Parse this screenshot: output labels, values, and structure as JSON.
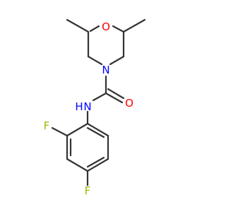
{
  "molecule": {
    "atoms": {
      "O": "O",
      "N_ring": "N",
      "O_carbonyl": "O",
      "NH": "N",
      "NH_H": "H",
      "F_ortho": "F",
      "F_para": "F"
    },
    "colors": {
      "bond": "#333333",
      "oxygen": "#ff0000",
      "nitrogen": "#0000ff",
      "fluorine": "#99bb00"
    }
  }
}
